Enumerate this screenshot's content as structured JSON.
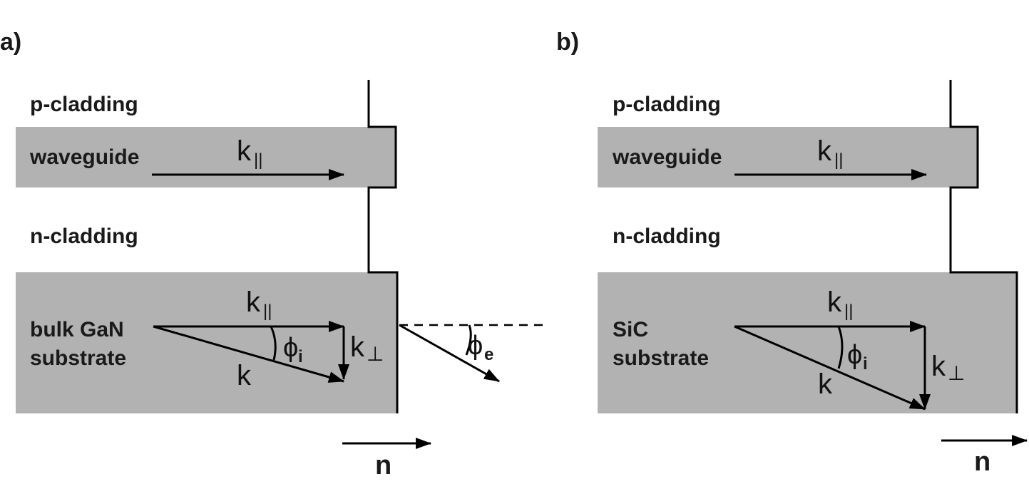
{
  "panels": [
    {
      "tag": "a)",
      "layers": {
        "top": "p-cladding",
        "guide": "waveguide",
        "bottom": "n-cladding"
      },
      "substrate": [
        "bulk GaN",
        "substrate"
      ],
      "k_parallel": "k",
      "k_parallel_sub": "||",
      "k_perp": "k",
      "k_perp_sub": "⊥",
      "k": "k",
      "phi": "ϕ",
      "phi_i_sub": "i",
      "phi_e_sub": "e",
      "n": "n"
    },
    {
      "tag": "b)",
      "layers": {
        "top": "p-cladding",
        "guide": "waveguide",
        "bottom": "n-cladding"
      },
      "substrate": [
        "SiC",
        "substrate"
      ],
      "k_parallel": "k",
      "k_parallel_sub": "||",
      "k_perp": "k",
      "k_perp_sub": "⊥",
      "k": "k",
      "phi": "ϕ",
      "phi_i_sub": "i",
      "n": "n"
    }
  ],
  "colors": {
    "layer_fill": "#b2b2b2",
    "line": "#000000"
  }
}
